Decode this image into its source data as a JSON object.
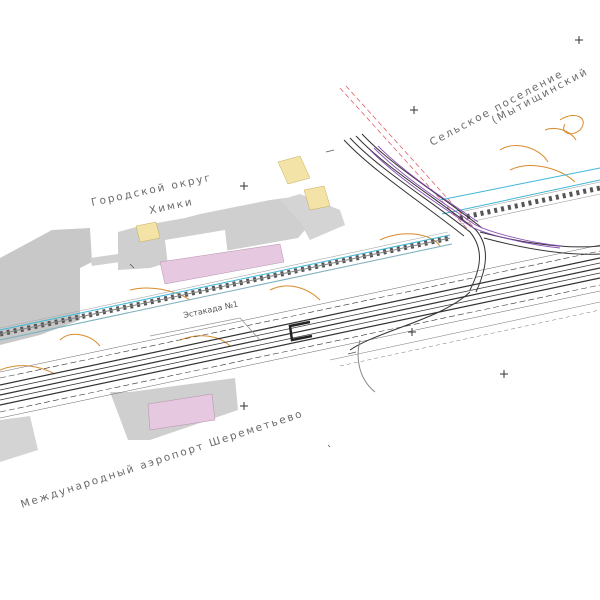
{
  "labels": {
    "district_khimki_1": "Городской округ",
    "district_khimki_2": "Химки",
    "settlement_1": "Сельское поселение",
    "settlement_2": "(Мытищинский",
    "airport": "Международный аэропорт Шереметьево",
    "overpass": "Эстакада №1"
  },
  "colors": {
    "background": "#ffffff",
    "building_gray": "#c8c8c8",
    "building_yellow": "#f3e3a6",
    "building_pink": "#e6c8e0",
    "track_dark": "#333333",
    "cyan_line": "#3fb7d6",
    "orange_contour": "#d98b2b",
    "red_dashed": "#e0606a",
    "purple_track": "#8a4fb7",
    "gray_text": "#6a6a6a"
  }
}
